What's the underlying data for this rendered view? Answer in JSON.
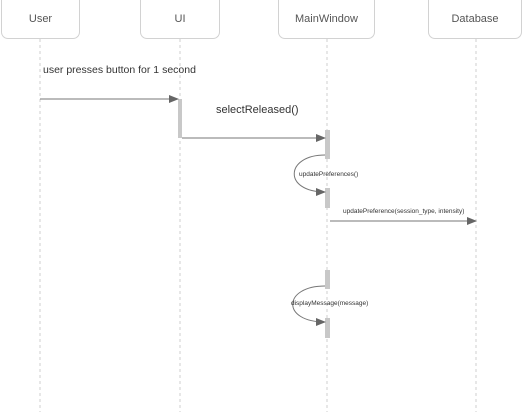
{
  "participants": [
    {
      "id": "user",
      "name": "User"
    },
    {
      "id": "ui",
      "name": "UI"
    },
    {
      "id": "main",
      "name": "MainWindow"
    },
    {
      "id": "db",
      "name": "Database"
    }
  ],
  "messages": [
    {
      "id": "m1",
      "from": "User",
      "to": "UI",
      "label": "user presses button for 1 second"
    },
    {
      "id": "m2",
      "from": "UI",
      "to": "MainWindow",
      "label": "selectReleased()"
    },
    {
      "id": "m3",
      "from": "MainWindow",
      "to": "MainWindow",
      "label": "updatePreferences()"
    },
    {
      "id": "m4",
      "from": "MainWindow",
      "to": "Database",
      "label": "updatePreference(session_type, intensity)"
    },
    {
      "id": "m5",
      "from": "MainWindow",
      "to": "MainWindow",
      "label": "displayMessage(message)"
    }
  ],
  "colors": {
    "lifeline": "#cfcfcf",
    "arrow": "#777777",
    "activation": "#c8c8c8",
    "box_border": "#d2d2d2"
  }
}
